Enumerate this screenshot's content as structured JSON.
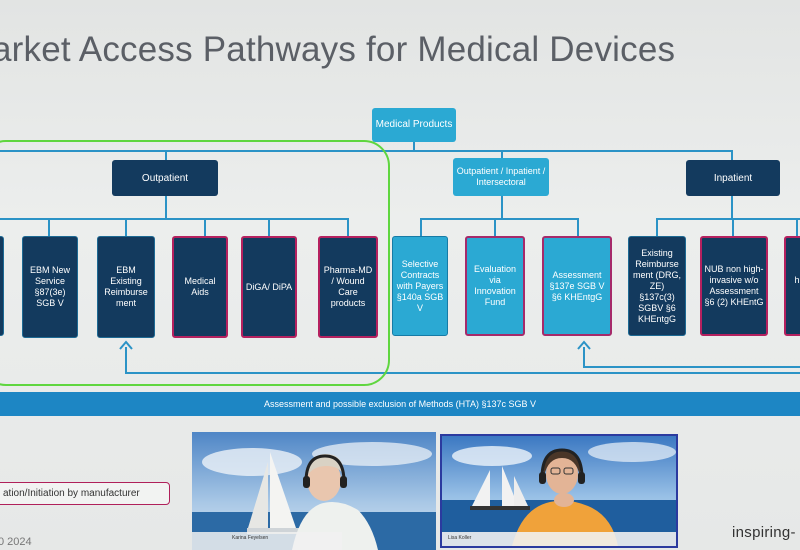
{
  "slide": {
    "title": "arket Access Pathways for Medical Devices",
    "root": "Medical Products",
    "categories": {
      "outpatient": "Outpatient",
      "intersectoral": "Outpatient / Inpatient / Intersectoral",
      "inpatient": "Inpatient"
    },
    "boxes": [
      "EBM New Service §87(3e) SGB V",
      "EBM Existing Reimburse ment",
      "Medical Aids",
      "DiGA/ DiPA",
      "Pharma-MD / Wound Care products",
      "Selective Contracts with Payers §140a SGB V",
      "Evaluation via Innovation Fund",
      "Assessment §137e SGB V §6 KHEntgG",
      "Existing Reimburse ment (DRG, ZE) §137c(3) SGBV §6 KHEntgG",
      "NUB non high-invasive w/o Assessment §6 (2) KHEntG",
      "hi A §"
    ],
    "band": "Assessment and possible exclusion of Methods (HTA) §137c SGB V",
    "initiation": "ation/Initiation by manufacturer",
    "year": "0 2024",
    "brand": "inspiring-"
  },
  "video": {
    "participant1": "Karina Feyelsen",
    "participant2": "Lisa Koller"
  },
  "colors": {
    "dark_box": "#133a5e",
    "light_box": "#2ba9d3",
    "magenta_border": "#b5215f",
    "green_outline": "#5fd63f",
    "band": "#1d86c4"
  }
}
